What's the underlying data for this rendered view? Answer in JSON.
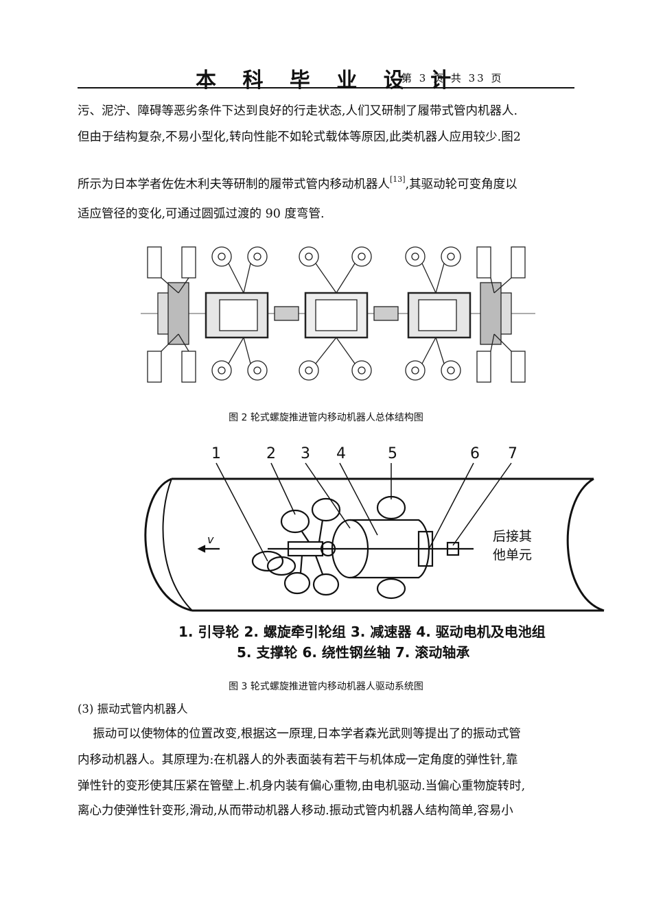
{
  "header": {
    "title": "本 科 毕 业 设 计",
    "page_info": "第 3 页 共 33 页"
  },
  "intro": {
    "line1": "污、泥泞、障碍等恶劣条件下达到良好的行走状态,人们又研制了履带式管内机器人.",
    "line2": "但由于结构复杂,不易小型化,转向性能不如轮式载体等原因,此类机器人应用较少.图2",
    "line3_a": "所示为日本学者佐佐木利夫等研制的履带式管内移动机器人",
    "line3_ref": "[13]",
    "line3_b": ",其驱动轮可变角度以",
    "line4": "适应管径的变化,可通过圆弧过渡的 90 度弯管."
  },
  "figure2": {
    "caption": "图 2 轮式螺旋推进管内移动机器人总体结构图"
  },
  "figure3": {
    "labels": [
      "1",
      "2",
      "3",
      "4",
      "5",
      "6",
      "7"
    ],
    "velocity_label": "v",
    "side_text_line1": "后接其",
    "side_text_line2": "他单元",
    "legend_line1": "1. 引导轮  2. 螺旋牵引轮组  3. 减速器  4. 驱动电机及电池组",
    "legend_line2": "5. 支撑轮    6. 绕性钢丝轴    7. 滚动轴承",
    "caption": "图 3  轮式螺旋推进管内移动机器人驱动系统图"
  },
  "section3": {
    "heading": "(3)  振动式管内机器人",
    "line1": "    振动可以使物体的位置改变,根据这一原理,日本学者森光武则等提出了的振动式管",
    "line2": "内移动机器人。其原理为:在机器人的外表面装有若干与机体成一定角度的弹性针,靠",
    "line3": "弹性针的变形使其压紧在管壁上.机身内装有偏心重物,由电机驱动.当偏心重物旋转时,",
    "line4": "离心力使弹性针变形,滑动,从而带动机器人移动.振动式管内机器人结构简单,容易小"
  }
}
